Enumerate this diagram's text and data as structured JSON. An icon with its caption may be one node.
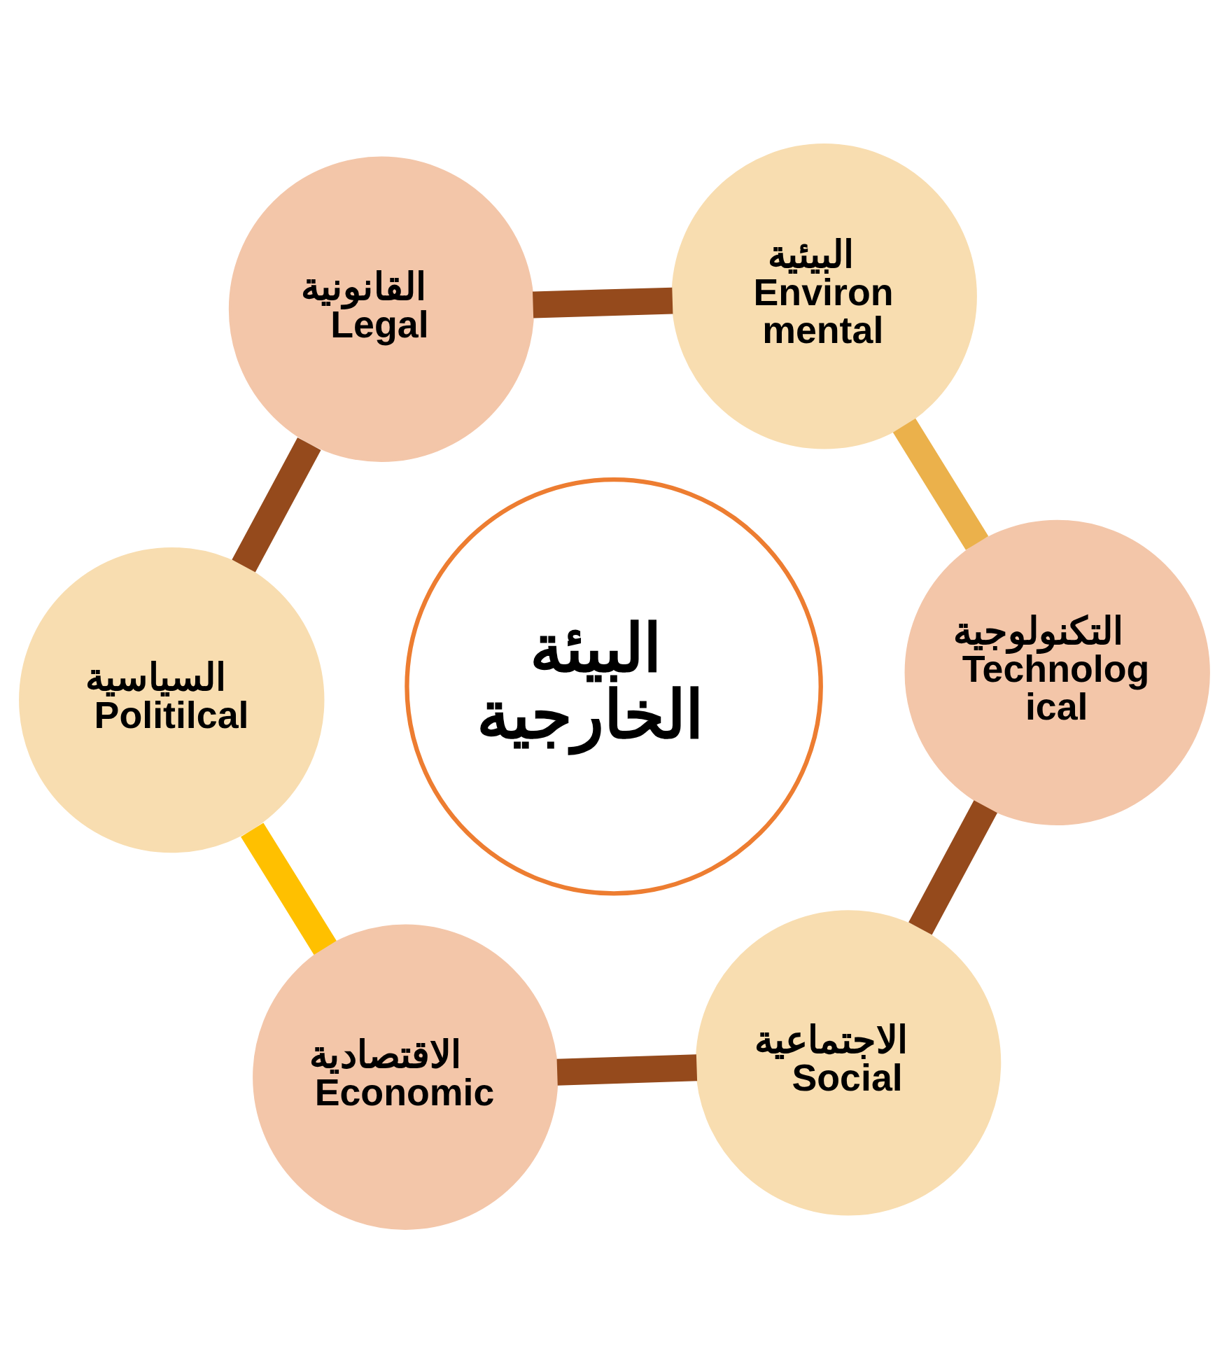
{
  "diagram": {
    "nodes": [
      {
        "text": [
          "السياسية",
          "Politilcal"
        ]
      },
      {
        "text": [
          "الاقتصادية",
          "Economic"
        ]
      },
      {
        "text": [
          "الاجتماعية",
          "Social"
        ]
      },
      {
        "text": [
          "التكنولوجية",
          "Technolog ical"
        ]
      },
      {
        "text": [
          "البيئية",
          "Environ mental"
        ]
      },
      {
        "text": [
          "القانونية",
          "Legal"
        ]
      },
      {
        "text": [
          "البيئة الخارجية"
        ]
      }
    ],
    "edges": [
      {
        "from": 0,
        "to": 1,
        "arrow": "none",
        "color": "#ffc000"
      },
      {
        "from": 1,
        "to": 2,
        "arrow": "none"
      },
      {
        "from": 2,
        "to": 3,
        "arrow": "none"
      },
      {
        "from": 3,
        "to": 4,
        "arrow": "none",
        "color": "#ebb14b"
      },
      {
        "from": 4,
        "to": 5,
        "arrow": "none"
      },
      {
        "from": 5,
        "to": 0,
        "arrow": "none"
      }
    ]
  }
}
